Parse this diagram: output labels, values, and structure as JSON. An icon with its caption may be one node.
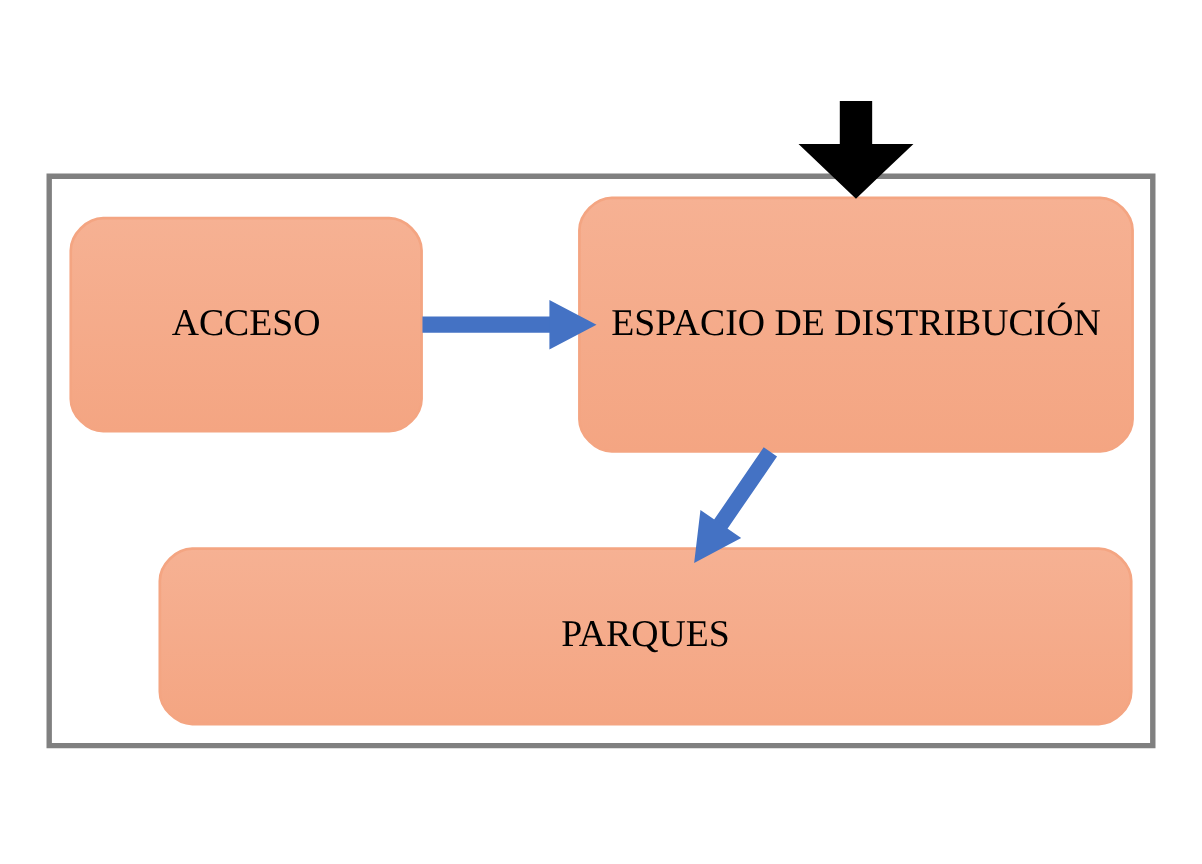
{
  "diagram": {
    "nodes": [
      {
        "text": [],
        "shape": "box"
      },
      {
        "text": [
          "ESPACIO DE DISTRIBUCIÓN"
        ],
        "in": 0
      },
      {
        "text": [
          "ACCESO"
        ],
        "in": 0
      },
      {
        "text": [
          "PARQUES"
        ],
        "in": 0
      }
    ],
    "edges": [
      {
        "from": null,
        "to": 0,
        "arrow": "to",
        "style": "thick",
        "color": "#000000"
      },
      {
        "from": 2,
        "to": 1,
        "arrow": "to"
      },
      {
        "from": 1,
        "to": 3,
        "arrow": "to"
      }
    ]
  }
}
